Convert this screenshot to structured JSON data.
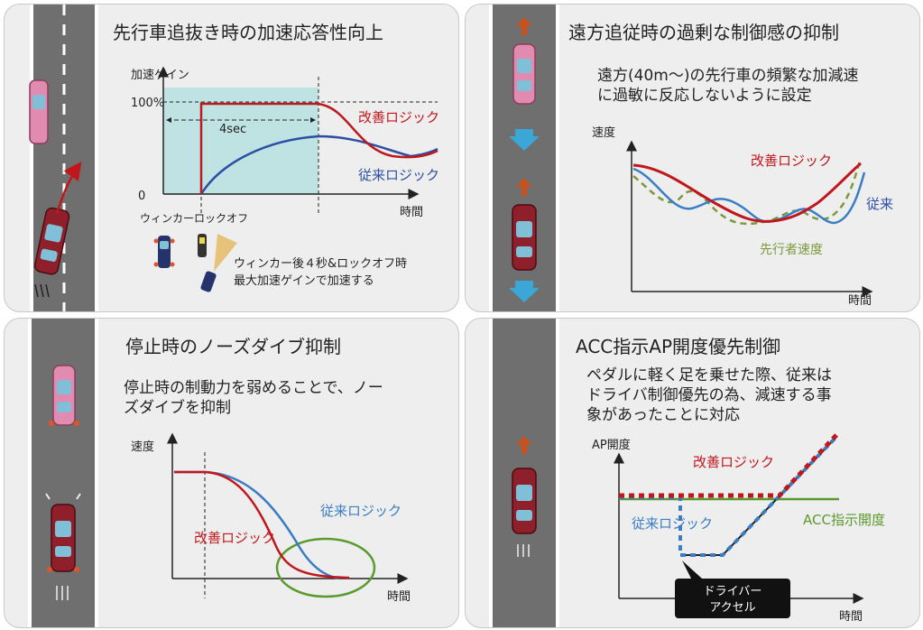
{
  "colors": {
    "panel_bg": "#eeeeee",
    "road": "#6f6f6f",
    "red_line": "#c0171d",
    "blue_line": "#2c4fa3",
    "light_blue_line": "#3a7dc4",
    "green_line": "#5b9a2c",
    "olive_dashed": "#7a9a3c",
    "highlight": "#bfe3e3",
    "arrow_orange": "#c8521e",
    "arrow_cyan": "#3aa7d6"
  },
  "panel1": {
    "title": "先行車追抜き時の加速応答性向上",
    "y_axis_label": "加速ゲイン",
    "y_100": "100%",
    "y_0": "0",
    "duration_label": "4sec",
    "improved_label": "改善ロジック",
    "conventional_label": "従来ロジック",
    "x_axis_label": "時間",
    "event_label": "ウィンカーロックオフ",
    "note_line1": "ウィンカー後４秒&ロックオフ時",
    "note_line2": "最大加速ゲインで加速する"
  },
  "panel2": {
    "title": "遠方追従時の過剰な制御感の抑制",
    "body_line1": "遠方(40m〜)の先行車の頻繁な加減速",
    "body_line2": "に過敏に反応しないように設定",
    "y_axis_label": "速度",
    "improved_label": "改善ロジック",
    "conventional_label": "従来",
    "lead_label": "先行者速度",
    "x_axis_label": "時間"
  },
  "panel3": {
    "title": "停止時のノーズダイブ抑制",
    "body_line1": "停止時の制動力を弱めることで、ノー",
    "body_line2": "ズダイブを抑制",
    "y_axis_label": "速度",
    "conventional_label": "従来ロジック",
    "improved_label": "改善ロジック",
    "x_axis_label": "時間"
  },
  "panel4": {
    "title": "ACC指示AP開度優先制御",
    "body_line1": "ペダルに軽く足を乗せた際、従来は",
    "body_line2": "ドライバ制御優先の為、減速する事",
    "body_line3": "象があったことに対応",
    "y_axis_label": "AP開度",
    "improved_label": "改善ロジック",
    "conventional_label": "従来ロジック",
    "acc_label": "ACC指示開度",
    "callout_line1": "ドライバー",
    "callout_line2": "アクセル",
    "x_axis_label": "時間"
  }
}
